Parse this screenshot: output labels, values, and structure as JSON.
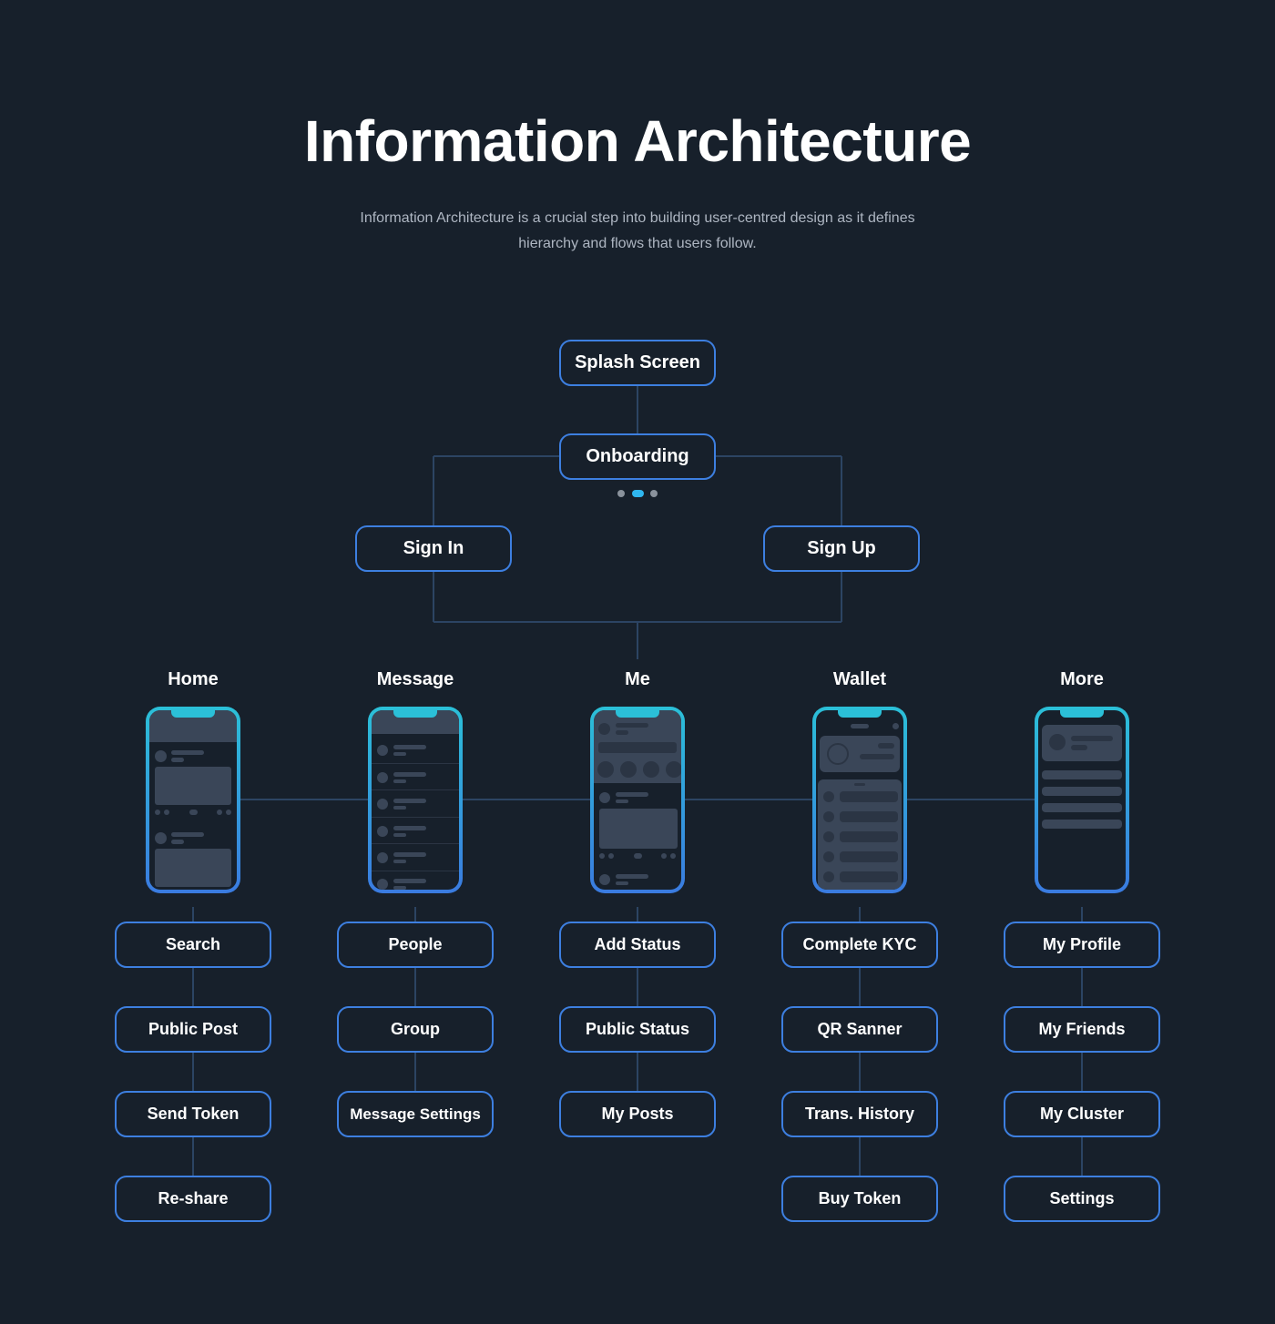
{
  "header": {
    "title": "Information Architecture",
    "subtitle": "Information Architecture is a crucial step into building user-centred design as it defines hierarchy and flows that users follow."
  },
  "flow": {
    "splash": "Splash Screen",
    "onboarding": "Onboarding",
    "onboarding_pager": {
      "pages": 3,
      "active": 2
    },
    "sign_in": "Sign In",
    "sign_up": "Sign Up"
  },
  "tabs": [
    {
      "label": "Home",
      "items": [
        "Search",
        "Public Post",
        "Send Token",
        "Re-share"
      ]
    },
    {
      "label": "Message",
      "items": [
        "People",
        "Group",
        "Message Settings"
      ]
    },
    {
      "label": "Me",
      "items": [
        "Add Status",
        "Public Status",
        "My Posts"
      ]
    },
    {
      "label": "Wallet",
      "items": [
        "Complete KYC",
        "QR Sanner",
        "Trans. History",
        "Buy Token"
      ]
    },
    {
      "label": "More",
      "items": [
        "My Profile",
        "My Friends",
        "My Cluster",
        "Settings"
      ]
    }
  ],
  "colors": {
    "background": "#17202b",
    "node_border": "#3d7fe0",
    "connector": "#2c4463",
    "phone_gradient_top": "#2bc0d8",
    "phone_gradient_bottom": "#3a7be0",
    "pager_active": "#2fb7f0"
  }
}
